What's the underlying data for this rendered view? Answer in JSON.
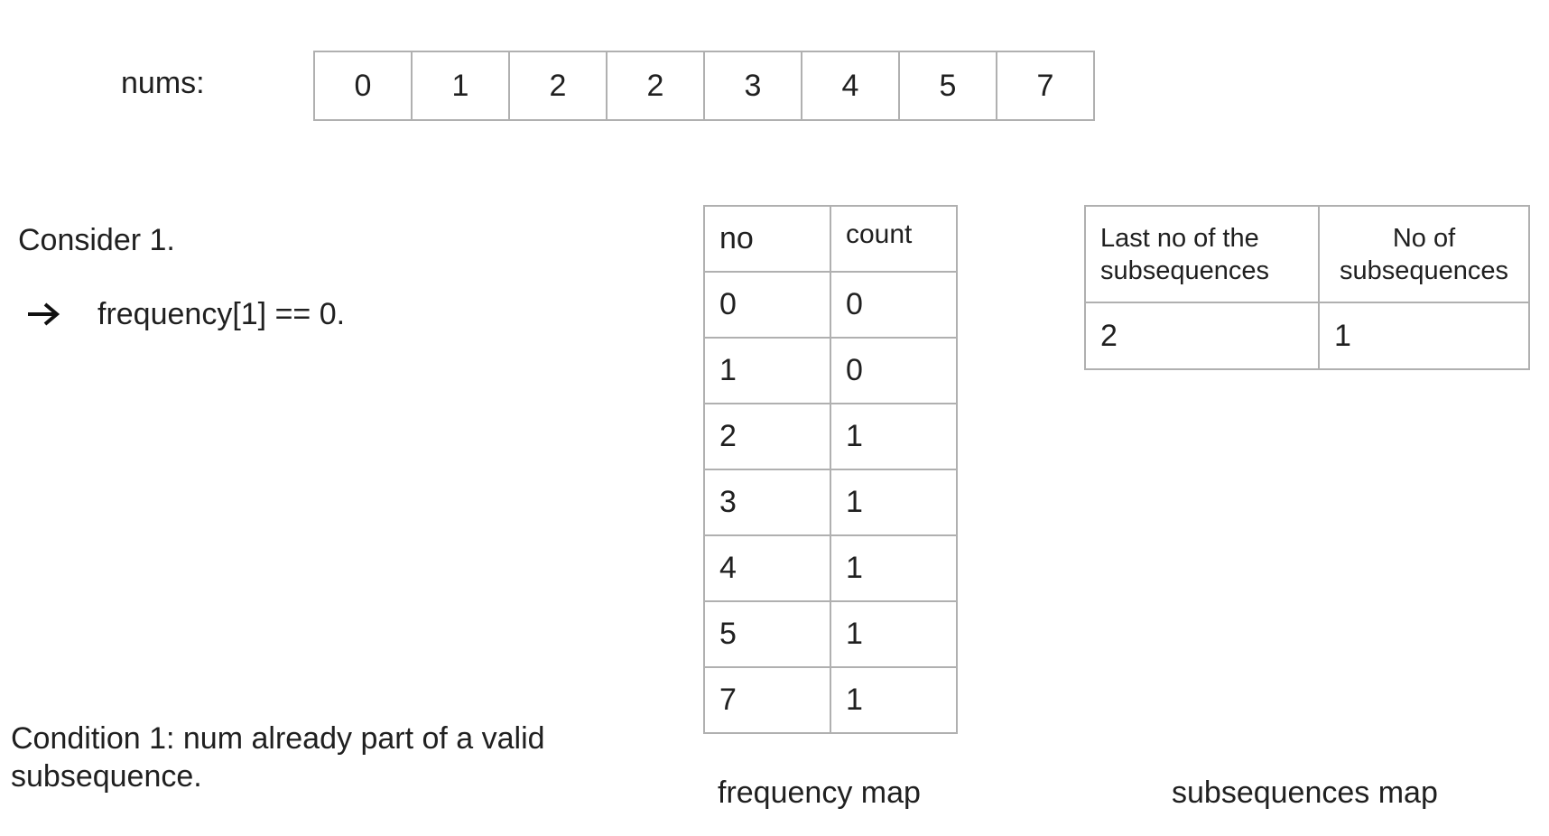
{
  "nums": {
    "label": "nums:",
    "values": [
      "0",
      "1",
      "2",
      "2",
      "3",
      "4",
      "5",
      "7"
    ]
  },
  "steps": {
    "consider": "Consider 1.",
    "arrow_text": "frequency[1] == 0.",
    "arrow_icon": "right-arrow-icon"
  },
  "condition": "Condition 1: num already part of a valid subsequence.",
  "frequency_map": {
    "caption": "frequency map",
    "headers": [
      "no",
      "count"
    ],
    "rows": [
      [
        "0",
        "0"
      ],
      [
        "1",
        "0"
      ],
      [
        "2",
        "1"
      ],
      [
        "3",
        "1"
      ],
      [
        "4",
        "1"
      ],
      [
        "5",
        "1"
      ],
      [
        "7",
        "1"
      ]
    ]
  },
  "subsequences_map": {
    "caption": "subsequences map",
    "headers": [
      "Last no of the subsequences",
      "No of subsequences"
    ],
    "rows": [
      [
        "2",
        "1"
      ]
    ]
  }
}
